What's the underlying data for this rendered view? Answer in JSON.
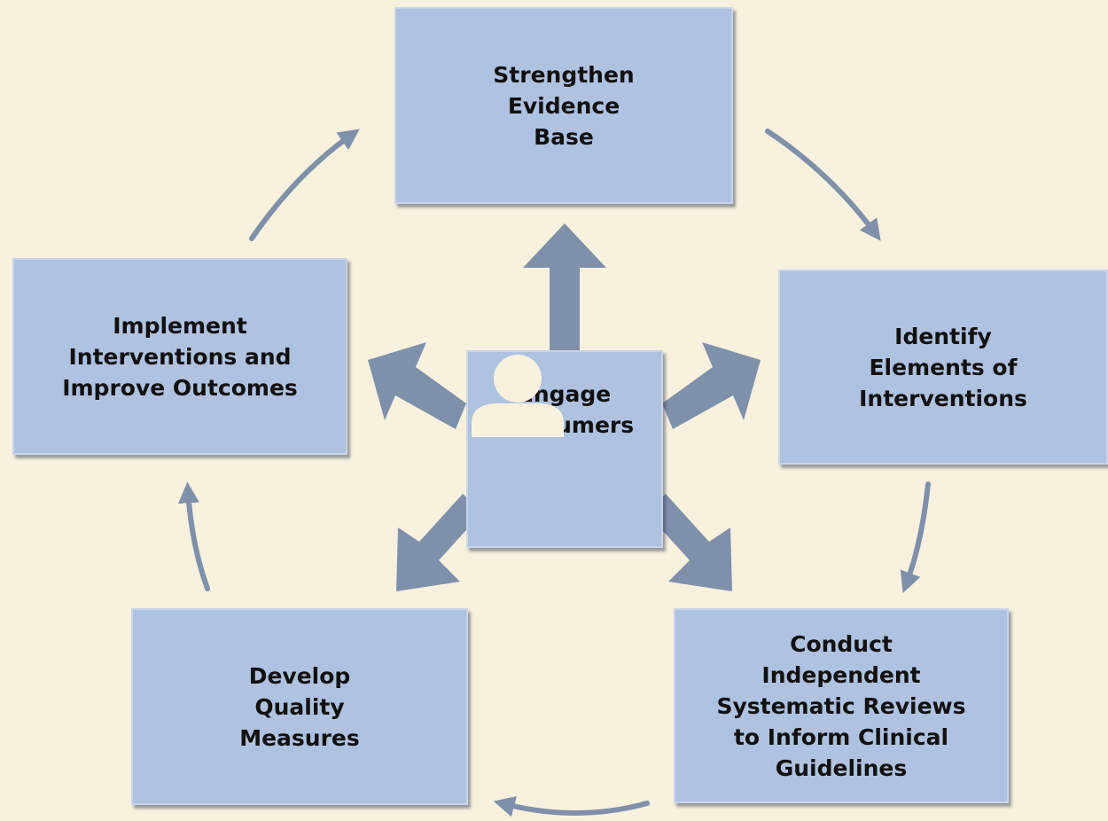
{
  "diagram": {
    "nodes": {
      "strengthen": "Strengthen\nEvidence\nBase",
      "identify": "Identify\nElements of\nInterventions",
      "conduct": "Conduct\nIndependent\nSystematic Reviews\nto Inform Clinical\nGuidelines",
      "develop": "Develop\nQuality\nMeasures",
      "implement": "Implement\nInterventions and\nImprove Outcomes",
      "engage": "Engage\nConsumers"
    },
    "center_icon": "person-icon",
    "colors": {
      "background": "#f8f1de",
      "box_fill": "#afc2e0",
      "arrow": "#7f90aa",
      "icon": "#f8f1de",
      "text": "#111111"
    }
  }
}
